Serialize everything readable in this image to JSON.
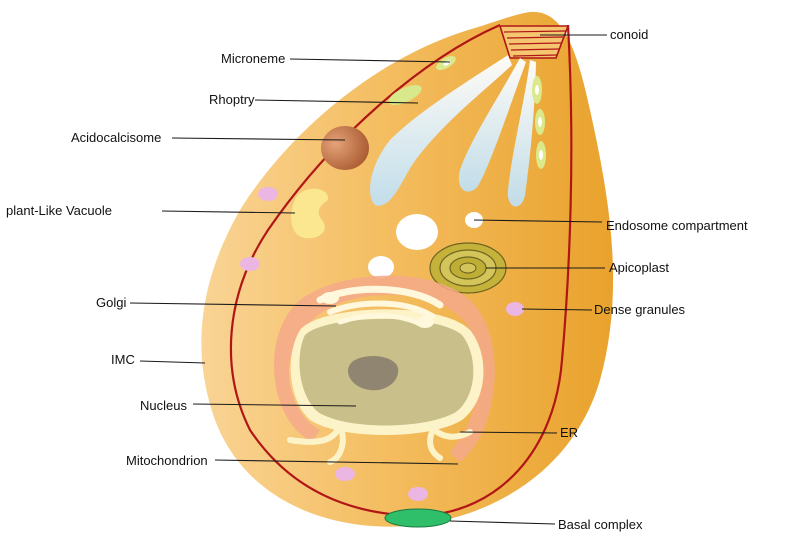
{
  "labels": {
    "conoid": "conoid",
    "microneme": "Microneme",
    "rhoptry": "Rhoptry",
    "acidocalcisome": "Acidocalcisome",
    "plant_like_vacuole": "plant-Like Vacuole",
    "endosome_compartment": "Endosome  compartment",
    "apicoplast": "Apicoplast",
    "golgi": "Golgi",
    "dense_granules": "Dense  granules",
    "imc": "IMC",
    "nucleus": "Nucleus",
    "er": "ER",
    "mitochondrion": "Mitochondrion",
    "basal_complex": "Basal  complex"
  },
  "colors": {
    "cell_body": "#f2b24a",
    "cell_highlight": "#f9d79a",
    "membrane_red": "#b01616",
    "rhoptry_blue": "#cfe6f3",
    "microneme_green": "#dbe98a",
    "acidocalcisome_brown": "#b86a3e",
    "vacuole_yellow": "#fbe78f",
    "vesicle_pink": "#ecb6e2",
    "apicoplast_olive": "#c4b23a",
    "er_salmon": "#f4a98a",
    "nucleus_fill": "#c9bf8a",
    "nucleolus_gray": "#8f8570",
    "basal_green": "#2fbf6a"
  }
}
